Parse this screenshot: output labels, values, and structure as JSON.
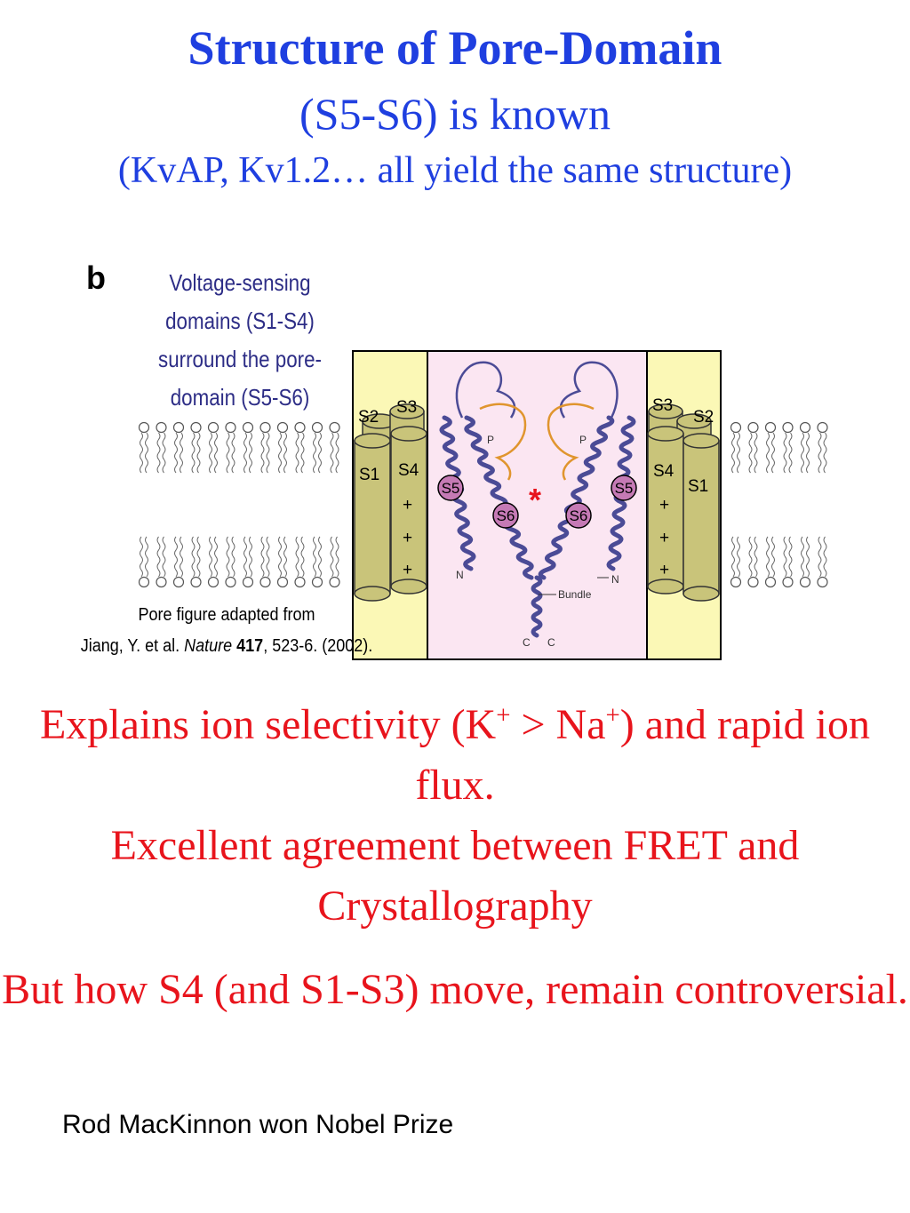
{
  "title": {
    "line1": "Structure of Pore-Domain",
    "line2": "(S5-S6) is known",
    "line3": "(KvAP, Kv1.2… all yield the same structure)"
  },
  "figure": {
    "panel_letter": "b",
    "caption": "Voltage-sensing domains (S1-S4) surround the pore-domain (S5-S6)",
    "left_domain": {
      "s1": "S1",
      "s2": "S2",
      "s3": "S3",
      "s4": "S4",
      "charges": [
        "+",
        "+",
        "+"
      ]
    },
    "right_domain": {
      "s1": "S1",
      "s2": "S2",
      "s3": "S3",
      "s4": "S4",
      "charges": [
        "+",
        "+",
        "+"
      ]
    },
    "pore_labels": {
      "s5_left": "S5",
      "s6_left": "S6",
      "s5_right": "S5",
      "s6_right": "S6",
      "p_left": "P",
      "p_right": "P",
      "star": "*",
      "n_left": "N",
      "n_right": "N",
      "bundle": "Bundle",
      "c_left": "C",
      "c_right": "C"
    },
    "credit_line1": "Pore figure adapted from",
    "credit_authors": "Jiang, Y. et al. ",
    "credit_journal": "Nature",
    "credit_volume": "417",
    "credit_rest": ", 523-6. (2002).",
    "colors": {
      "helix": "#4b4b96",
      "pore_bg": "#fbe6f2",
      "vsd_bg": "#fbf8b6",
      "cylinder": "#c9c47a",
      "loop": "#e0952e",
      "star": "#e8141c"
    }
  },
  "body": {
    "p1_a": "Explains ion selectivity (K",
    "p1_sup1": "+",
    "p1_b": " > Na",
    "p1_sup2": "+",
    "p1_c": ") and rapid ion flux.",
    "p2": "Excellent agreement between FRET and Crystallography",
    "p3": "But how S4 (and S1-S3) move, remain controversial."
  },
  "footer": "Rod MacKinnon won Nobel Prize"
}
